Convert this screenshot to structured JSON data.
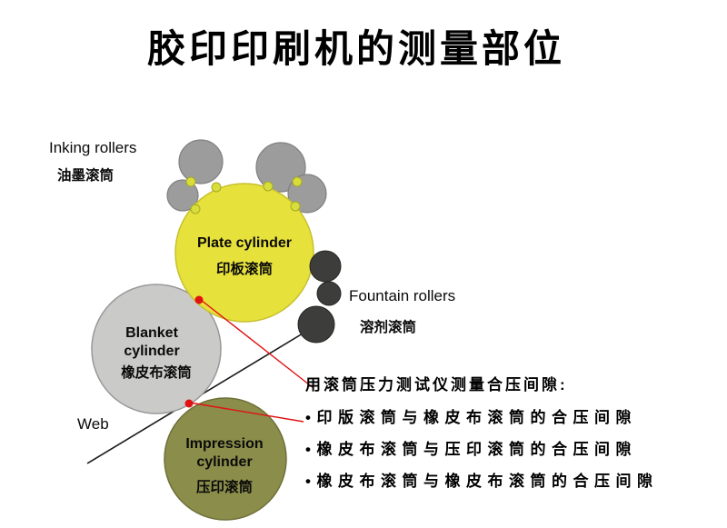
{
  "title": "胶印印刷机的测量部位",
  "diagram": {
    "inking_rollers_label_en": "Inking rollers",
    "inking_rollers_label_zh": "油墨滚筒",
    "plate_cylinder_label_en": "Plate cylinder",
    "plate_cylinder_label_zh": "印板滚筒",
    "fountain_rollers_label_en": "Fountain rollers",
    "fountain_rollers_label_zh": "溶剂滚筒",
    "blanket_cylinder_label_en_line1": "Blanket",
    "blanket_cylinder_label_en_line2": "cylinder",
    "blanket_cylinder_label_zh": "橡皮布滚筒",
    "impression_cylinder_label_en_line1": "Impression",
    "impression_cylinder_label_en_line2": "cylinder",
    "impression_cylinder_label_zh": "压印滚筒",
    "web_label": "Web"
  },
  "annotation": {
    "heading": "用滚筒压力测试仪测量合压间隙:",
    "bullets": [
      "•印版滚筒与橡皮布滚筒的合压间隙",
      "•橡皮布滚筒与压印滚筒的合压间隙",
      "•橡皮布滚筒与橡皮布滚筒的合压间隙"
    ]
  },
  "colors": {
    "plate_fill": "#e7e13c",
    "blanket_fill": "#cacac8",
    "impression_fill": "#8b8d4a",
    "inking_fill": "#9c9c9c",
    "fountain_fill": "#3d3d3b",
    "contact_dot_fill": "#d9dd3c",
    "marker_red": "#e01212",
    "web_line": "#1a1a1a",
    "impression_label_zh_color": "#e9e455"
  }
}
